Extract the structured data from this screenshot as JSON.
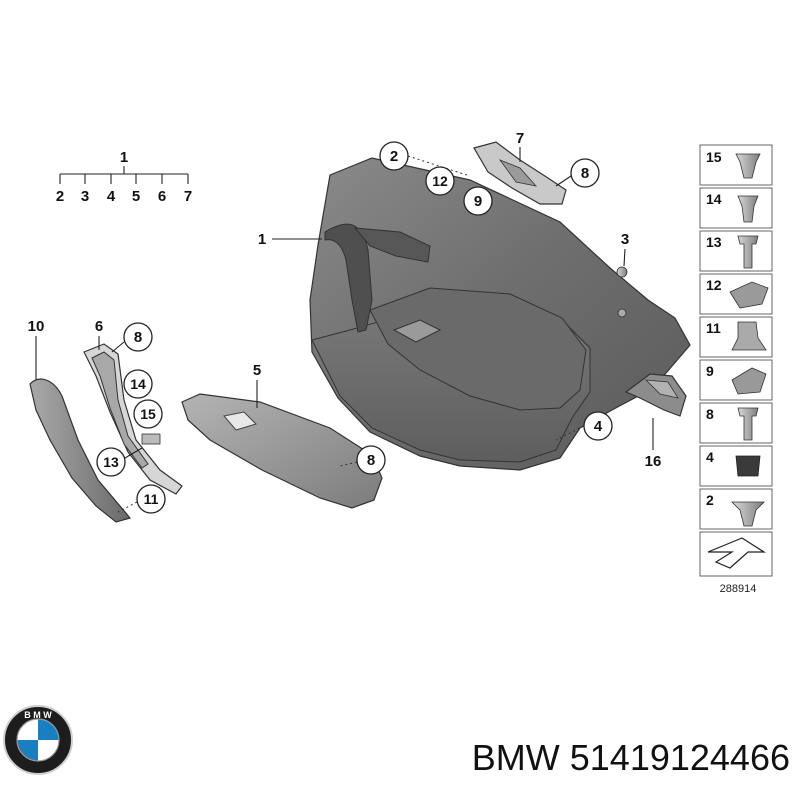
{
  "diagram": {
    "assembly_tree": {
      "parent": "1",
      "children": [
        "2",
        "3",
        "4",
        "5",
        "6",
        "7"
      ]
    },
    "callouts": {
      "door_panel": "1",
      "clip_top": "2",
      "screw_small": "3",
      "pad_right": "4",
      "armrest": "5",
      "grab_handle_bracket": "6",
      "handle_bracket_top": "7",
      "bolt_top": "8",
      "clip_9": "9",
      "clip_12": "12",
      "handle_trim": "10",
      "bracket_8": "8",
      "clip_14": "14",
      "clip_15": "15",
      "screw_13": "13",
      "clip_11": "11",
      "armrest_bolt": "8",
      "cover_16": "16"
    },
    "legend": [
      "15",
      "14",
      "13",
      "12",
      "11",
      "9",
      "8",
      "4",
      "2"
    ],
    "reference_number": "288914"
  },
  "footer": {
    "brand": "BMW",
    "part_number": "51419124466",
    "logo_letters": "BMW"
  },
  "colors": {
    "panel_dark": "#6e6e6e",
    "panel_mid": "#8f8f8f",
    "panel_light": "#b7b7b7",
    "logo_blue": "#1a7fc1",
    "logo_ring": "#1d1d1d"
  }
}
